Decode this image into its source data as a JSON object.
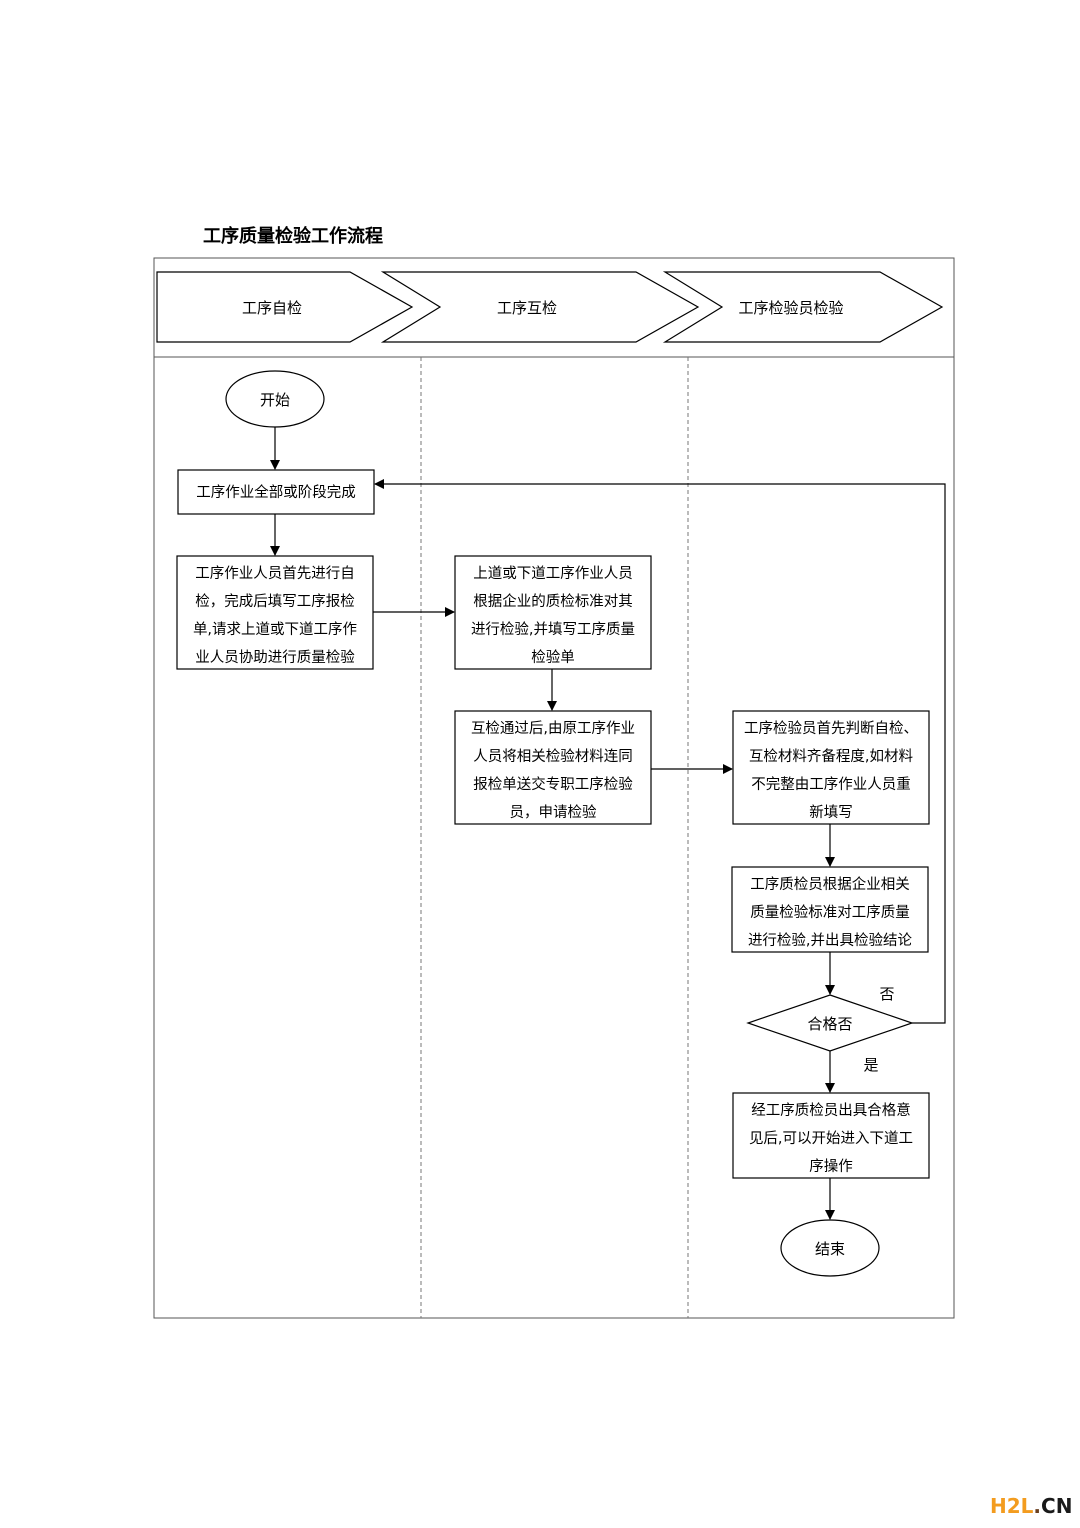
{
  "title": "工序质量检验工作流程",
  "lanes": [
    {
      "label": "工序自检"
    },
    {
      "label": "工序互检"
    },
    {
      "label": "工序检验员检验"
    }
  ],
  "nodes": {
    "start": "开始",
    "complete": "工序作业全部或阶段完成",
    "self_check": [
      "工序作业人员首先进行自",
      "检，完成后填写工序报检",
      "单,请求上道或下道工序作",
      "业人员协助进行质量检验"
    ],
    "mutual_check": [
      "上道或下道工序作业人员",
      "根据企业的质检标准对其",
      "进行检验,并填写工序质量",
      "检验单"
    ],
    "submit": [
      "互检通过后,由原工序作业",
      "人员将相关检验材料连同",
      "报检单送交专职工序检验",
      "员，申请检验"
    ],
    "inspector_judge": [
      "工序检验员首先判断自检、",
      "互检材料齐备程度,如材料",
      "不完整由工序作业人员重",
      "新填写"
    ],
    "inspector_check": [
      "工序质检员根据企业相关",
      "质量检验标准对工序质量",
      "进行检验,并出具检验结论"
    ],
    "decision": "合格否",
    "no_label": "否",
    "yes_label": "是",
    "pass": [
      "经工序质检员出具合格意",
      "见后,可以开始进入下道工",
      "序操作"
    ],
    "end": "结束"
  },
  "watermark": {
    "part1": "H2L",
    "part2": ".",
    "part3": "CN"
  },
  "colors": {
    "line": "#000000",
    "background": "#ffffff",
    "watermark_orange": "#f39c1f",
    "watermark_brown": "#6a3f1f"
  }
}
